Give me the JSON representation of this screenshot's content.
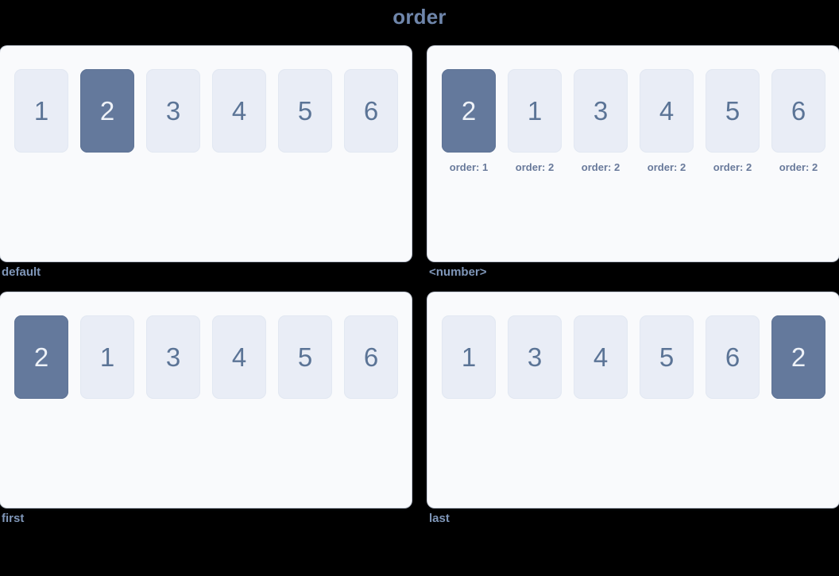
{
  "header": {
    "title": "order",
    "title_color": "#6f86ab"
  },
  "theme": {
    "page_background": "#000000",
    "panel_background": "#f9fafc",
    "box_background": "#e9edf6",
    "box_text_color": "#5b7496",
    "highlight_background": "#64799c",
    "highlight_text_color": "#eef2f8",
    "caption_color": "#7f96b8",
    "order_label_color": "#68799a"
  },
  "panels": [
    {
      "caption": "default",
      "show_order_labels": false,
      "items": [
        {
          "value": "1",
          "highlight": false,
          "order_label": ""
        },
        {
          "value": "2",
          "highlight": true,
          "order_label": ""
        },
        {
          "value": "3",
          "highlight": false,
          "order_label": ""
        },
        {
          "value": "4",
          "highlight": false,
          "order_label": ""
        },
        {
          "value": "5",
          "highlight": false,
          "order_label": ""
        },
        {
          "value": "6",
          "highlight": false,
          "order_label": ""
        }
      ]
    },
    {
      "caption": "<number>",
      "show_order_labels": true,
      "items": [
        {
          "value": "2",
          "highlight": true,
          "order_label": "order: 1"
        },
        {
          "value": "1",
          "highlight": false,
          "order_label": "order: 2"
        },
        {
          "value": "3",
          "highlight": false,
          "order_label": "order: 2"
        },
        {
          "value": "4",
          "highlight": false,
          "order_label": "order: 2"
        },
        {
          "value": "5",
          "highlight": false,
          "order_label": "order: 2"
        },
        {
          "value": "6",
          "highlight": false,
          "order_label": "order: 2"
        }
      ]
    },
    {
      "caption": "first",
      "show_order_labels": false,
      "items": [
        {
          "value": "2",
          "highlight": true,
          "order_label": ""
        },
        {
          "value": "1",
          "highlight": false,
          "order_label": ""
        },
        {
          "value": "3",
          "highlight": false,
          "order_label": ""
        },
        {
          "value": "4",
          "highlight": false,
          "order_label": ""
        },
        {
          "value": "5",
          "highlight": false,
          "order_label": ""
        },
        {
          "value": "6",
          "highlight": false,
          "order_label": ""
        }
      ]
    },
    {
      "caption": "last",
      "show_order_labels": false,
      "items": [
        {
          "value": "1",
          "highlight": false,
          "order_label": ""
        },
        {
          "value": "3",
          "highlight": false,
          "order_label": ""
        },
        {
          "value": "4",
          "highlight": false,
          "order_label": ""
        },
        {
          "value": "5",
          "highlight": false,
          "order_label": ""
        },
        {
          "value": "6",
          "highlight": false,
          "order_label": ""
        },
        {
          "value": "2",
          "highlight": true,
          "order_label": ""
        }
      ]
    }
  ]
}
